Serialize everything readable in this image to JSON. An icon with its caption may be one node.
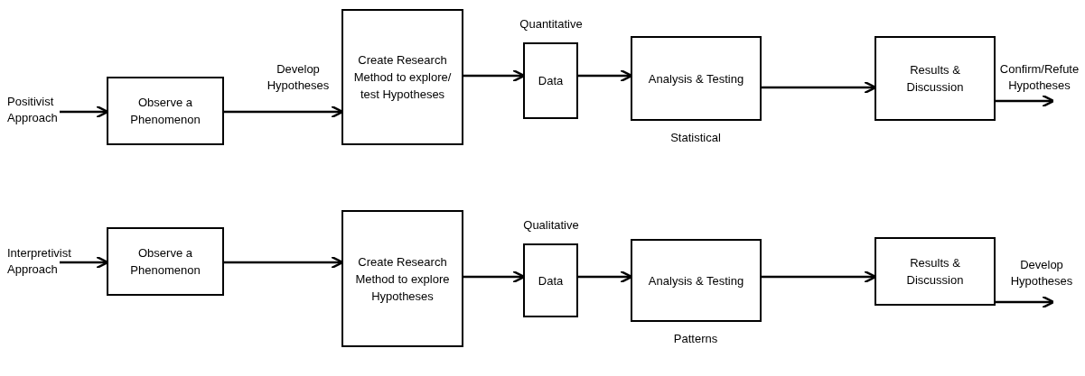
{
  "diagram": {
    "nodes": [
      {
        "text": [
          "Positivist Approach"
        ]
      },
      {
        "text": [
          "Observe a Phenomenon"
        ]
      },
      {
        "text": [
          "Create Research Method to explore/ test Hypotheses"
        ]
      },
      {
        "text": [
          "Data"
        ],
        "beside": [
          "Quantitative"
        ]
      },
      {
        "text": [
          "Analysis & Testing"
        ],
        "beside": [
          "Statistical"
        ]
      },
      {
        "text": [
          "Results & Discussion"
        ]
      },
      {
        "text": [
          "Interpretivist Approach"
        ]
      },
      {
        "text": [
          "Observe a Phenomenon"
        ]
      },
      {
        "text": [
          "Create Research Method to explore Hypotheses"
        ]
      },
      {
        "text": [
          "Data"
        ],
        "beside": [
          "Qualitative"
        ]
      },
      {
        "text": [
          "Analysis & Testing"
        ],
        "beside": [
          "Patterns"
        ]
      },
      {
        "text": [
          "Results & Discussion"
        ]
      }
    ],
    "edges": [
      {
        "from": 0,
        "to": 1,
        "arrow": "to"
      },
      {
        "from": 1,
        "to": 2,
        "arrow": "to",
        "label": "Develop Hypotheses"
      },
      {
        "from": 2,
        "to": 3,
        "arrow": "to"
      },
      {
        "from": 3,
        "to": 4,
        "arrow": "to"
      },
      {
        "from": 4,
        "to": 5,
        "arrow": "to"
      },
      {
        "from": 5,
        "to": null,
        "arrow": "to",
        "label": "Confirm/Refute Hypotheses"
      },
      {
        "from": 6,
        "to": 7,
        "arrow": "to"
      },
      {
        "from": 7,
        "to": 8,
        "arrow": "to"
      },
      {
        "from": 8,
        "to": 9,
        "arrow": "to"
      },
      {
        "from": 9,
        "to": 10,
        "arrow": "to"
      },
      {
        "from": 10,
        "to": 11,
        "arrow": "to"
      },
      {
        "from": 11,
        "to": null,
        "arrow": "to",
        "label": "Develop Hypotheses"
      }
    ]
  }
}
